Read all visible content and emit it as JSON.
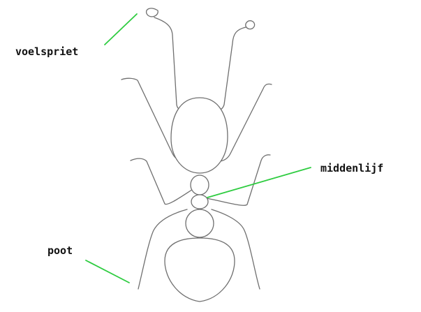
{
  "labels": {
    "antenna": "voelspriet",
    "thorax": "middenlijf",
    "leg": "poot"
  },
  "colors": {
    "pointer_line": "#2ecc40",
    "outline": "#6f6f6f",
    "label_text": "#111111"
  }
}
